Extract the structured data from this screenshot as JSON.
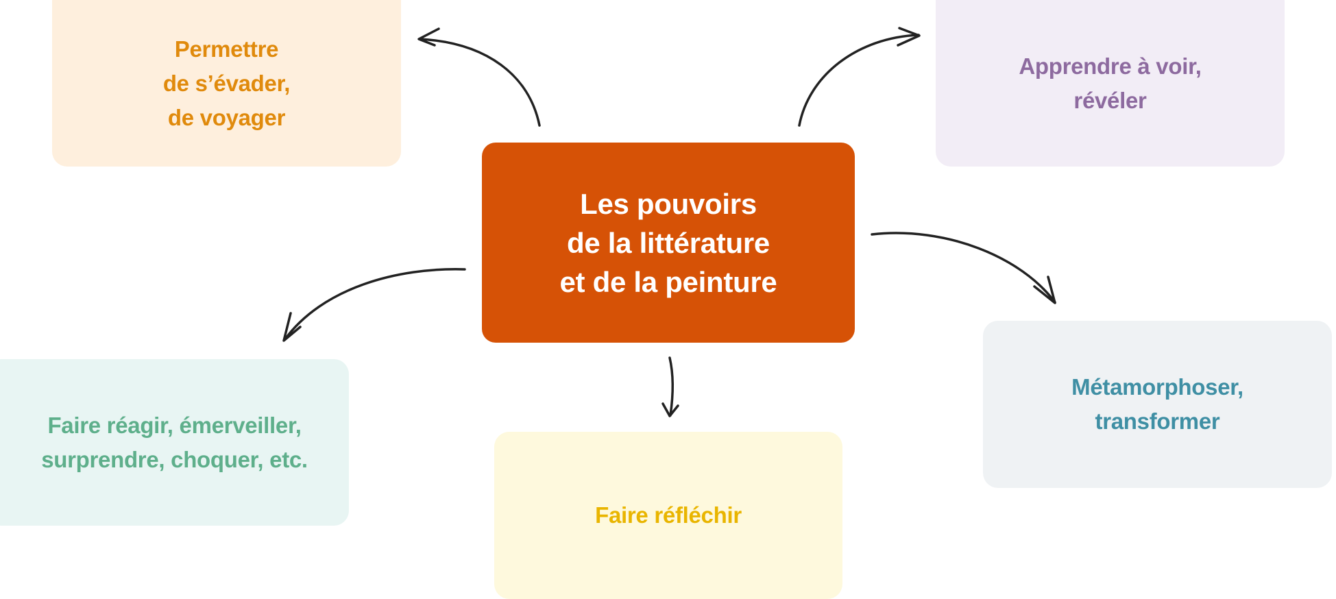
{
  "diagram": {
    "type": "mind-map",
    "center": {
      "label": "Les pouvoirs\nde la littérature\net de la peinture",
      "bg": "#D65206",
      "color": "#FFFFFF"
    },
    "branches": [
      {
        "id": "evasion",
        "label": "Permettre\nde s’évader,\n de voyager",
        "bg": "#FEEFDD",
        "color": "#E08A0C",
        "position": "top-left"
      },
      {
        "id": "voir",
        "label": "Apprendre à voir,\nrévéler",
        "bg": "#F2EDF6",
        "color": "#8D6A9F",
        "position": "top-right"
      },
      {
        "id": "reagir",
        "label": "Faire réagir, émerveiller,\nsurprendre, choquer, etc.",
        "bg": "#E8F5F3",
        "color": "#5EAF8B",
        "position": "bottom-left"
      },
      {
        "id": "reflechir",
        "label": "Faire réfléchir",
        "bg": "#FEF9DD",
        "color": "#E9B500",
        "position": "bottom-center"
      },
      {
        "id": "metamorphoser",
        "label": "Métamorphoser,\ntransformer",
        "bg": "#EFF2F4",
        "color": "#3F8FA4",
        "position": "right"
      }
    ],
    "arrow_color": "#222222"
  }
}
